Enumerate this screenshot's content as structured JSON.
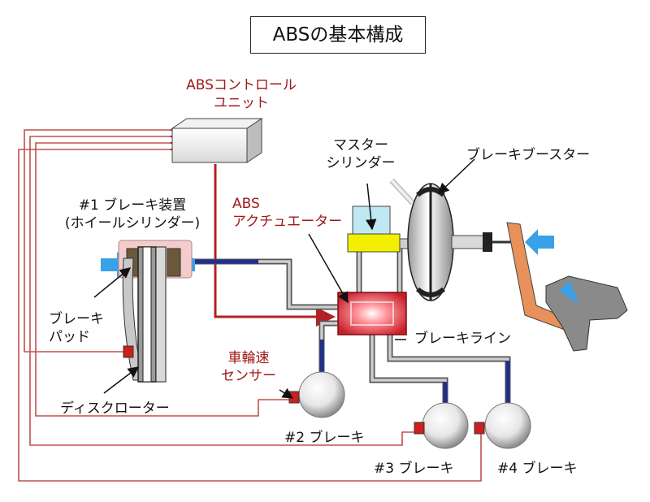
{
  "title": "ABSの基本構成",
  "labels": {
    "abs_control_unit": [
      "ABSコントロール",
      "ユニット"
    ],
    "master_cylinder": [
      "マスター",
      "シリンダー"
    ],
    "brake_booster": "ブレーキブースター",
    "brake_device": [
      "#1 ブレーキ装置",
      "(ホイールシリンダー)"
    ],
    "abs_actuator": [
      "ABS",
      "アクチュエーター"
    ],
    "brake_pad": [
      "ブレーキ",
      "パッド"
    ],
    "brake_line": "ブレーキライン",
    "wheel_speed_sensor": [
      "車輪速",
      "センサー"
    ],
    "disc_rotor": "ディスクローター",
    "brake_2": "#2 ブレーキ",
    "brake_3": "#3 ブレーキ",
    "brake_4": "#4 ブレーキ"
  },
  "colors": {
    "signal_wire": "#c0504d",
    "control_wire": "#b22222",
    "brake_line": "#1f2f8f",
    "brake_pipe": "#9a9a9a",
    "actuator": "#e0303a",
    "arrow": "#3aa0e8",
    "master_cylinder_body": "#f2ef00",
    "reservoir": "#bfe8f2",
    "caliper": "#f4cccc",
    "pedal": "#e8915a",
    "sensor": "#cc1f1f"
  }
}
